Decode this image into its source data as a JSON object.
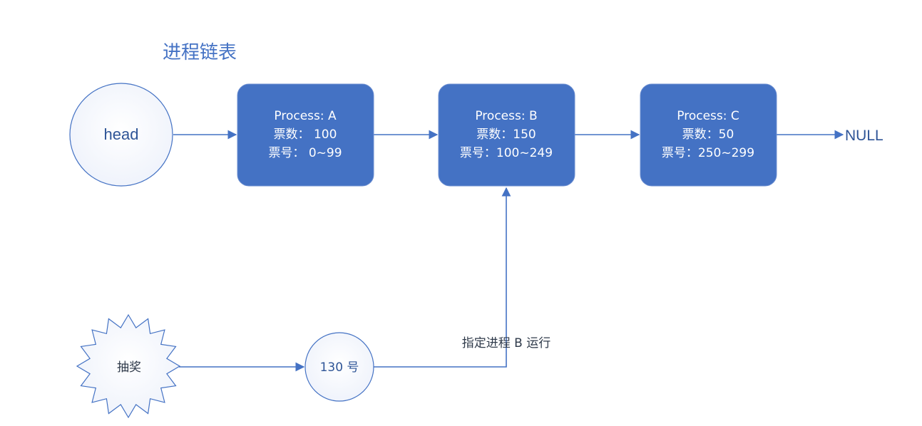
{
  "title": "进程链表",
  "head": {
    "label": "head"
  },
  "processes": [
    {
      "name": "Process: A",
      "tickets": "票数： 100",
      "range": "票号： 0~99"
    },
    {
      "name": "Process: B",
      "tickets": "票数：150",
      "range": "票号：100~249"
    },
    {
      "name": "Process: C",
      "tickets": "票数：50",
      "range": "票号：250~299"
    }
  ],
  "terminator": "NULL",
  "lottery": {
    "label": "抽奖"
  },
  "draw_result": {
    "label": "130 号"
  },
  "selection_note": "指定进程 B 运行",
  "colors": {
    "node_fill": "#4472c4",
    "node_stroke": "#6d8fd1",
    "edge": "#4472c4",
    "text_blue": "#2f5597"
  }
}
